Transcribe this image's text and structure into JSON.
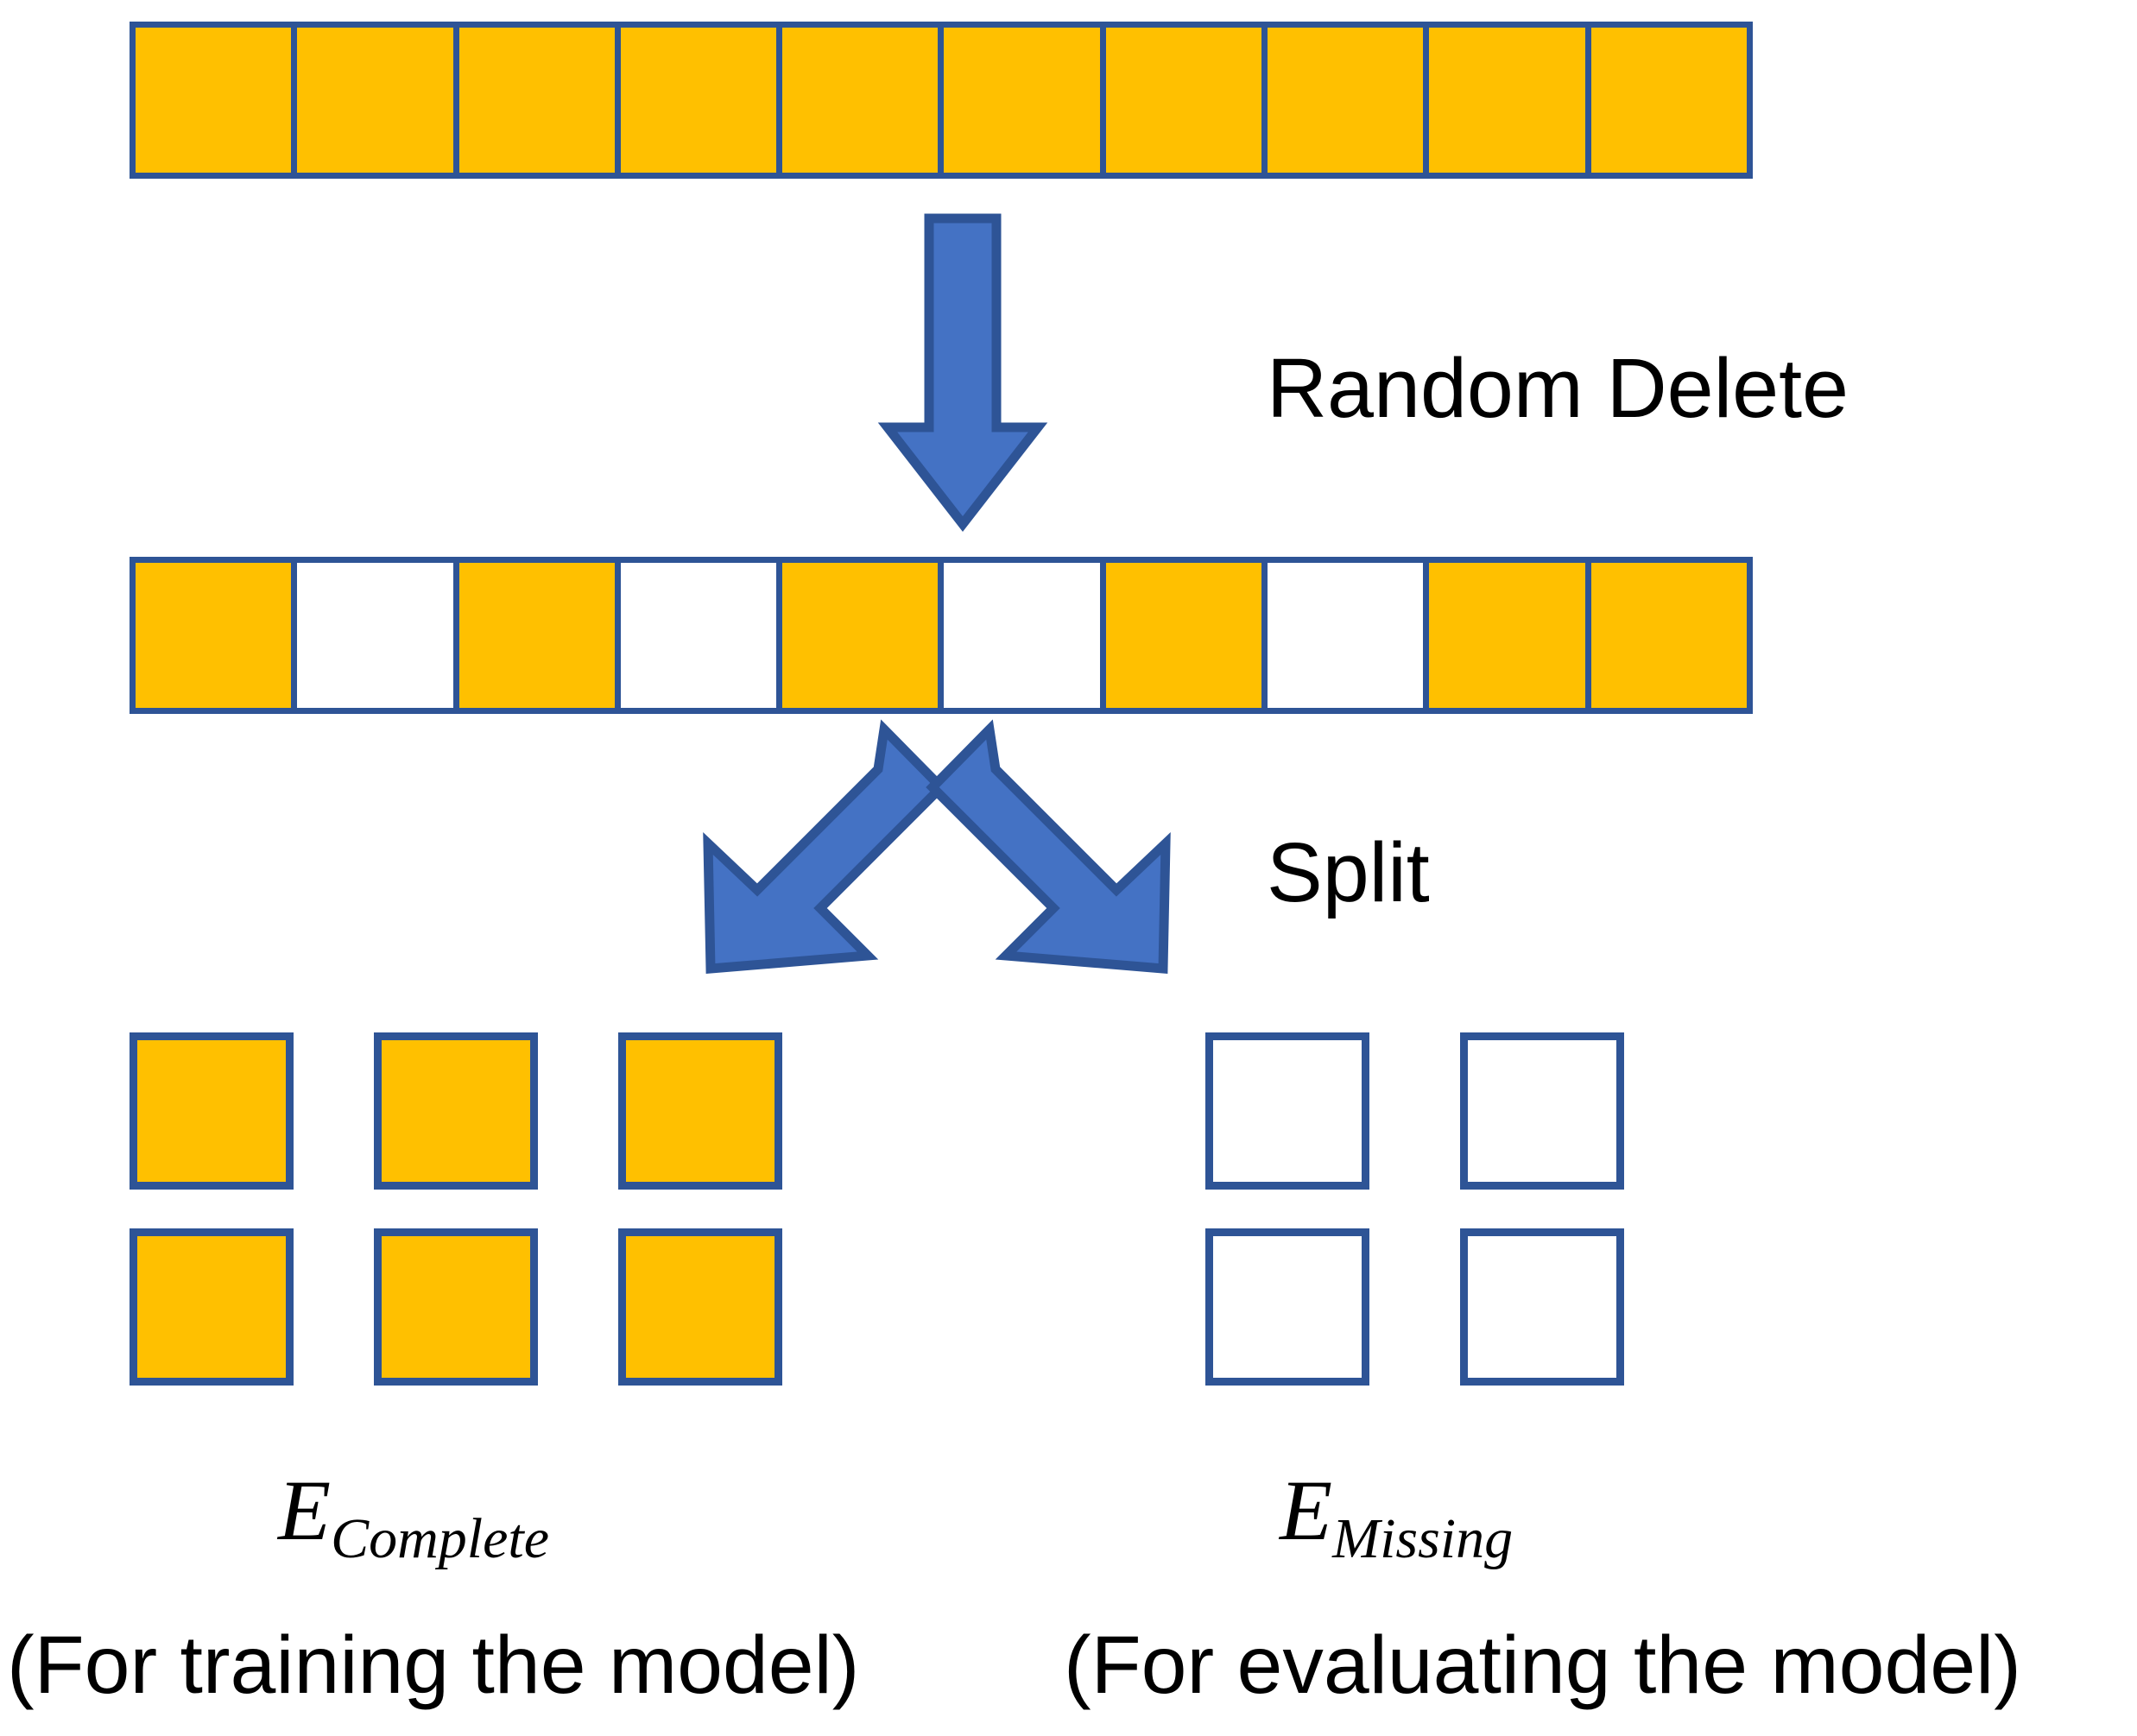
{
  "diagram": {
    "title": "Random delete and split of a complete sequence into training and evaluation sets",
    "colors": {
      "filled_cell": "#FFC000",
      "empty_cell": "#FFFFFF",
      "outline": "#2E5496",
      "arrow_fill": "#4472C4",
      "arrow_stroke": "#2E5496",
      "text": "#000000",
      "background": "#FFFFFF"
    },
    "original_sequence": {
      "name": "original-sequence-bar",
      "cell_count": 10,
      "cells": [
        "filled",
        "filled",
        "filled",
        "filled",
        "filled",
        "filled",
        "filled",
        "filled",
        "filled",
        "filled"
      ]
    },
    "random_delete_step": {
      "arrow_icon": "down-arrow-icon",
      "label": "Random Delete"
    },
    "deleted_sequence": {
      "name": "deleted-sequence-bar",
      "cell_count": 10,
      "cells": [
        "filled",
        "empty",
        "filled",
        "empty",
        "filled",
        "empty",
        "filled",
        "empty",
        "filled",
        "filled"
      ]
    },
    "split_step": {
      "arrow_icon_left": "down-left-arrow-icon",
      "arrow_icon_right": "down-right-arrow-icon",
      "label": "Split"
    },
    "complete_set": {
      "name": "complete-set",
      "squares": [
        [
          "filled",
          "filled",
          "filled"
        ],
        [
          "filled",
          "filled",
          "filled"
        ]
      ],
      "count": 6,
      "symbol_base": "E",
      "symbol_subscript": "Complete",
      "caption": "(For training the model)"
    },
    "missing_set": {
      "name": "missing-set",
      "squares": [
        [
          "empty",
          "empty"
        ],
        [
          "empty",
          "empty"
        ]
      ],
      "count": 4,
      "symbol_base": "E",
      "symbol_subscript": "Missing",
      "caption": "(For evaluating the model)"
    }
  }
}
